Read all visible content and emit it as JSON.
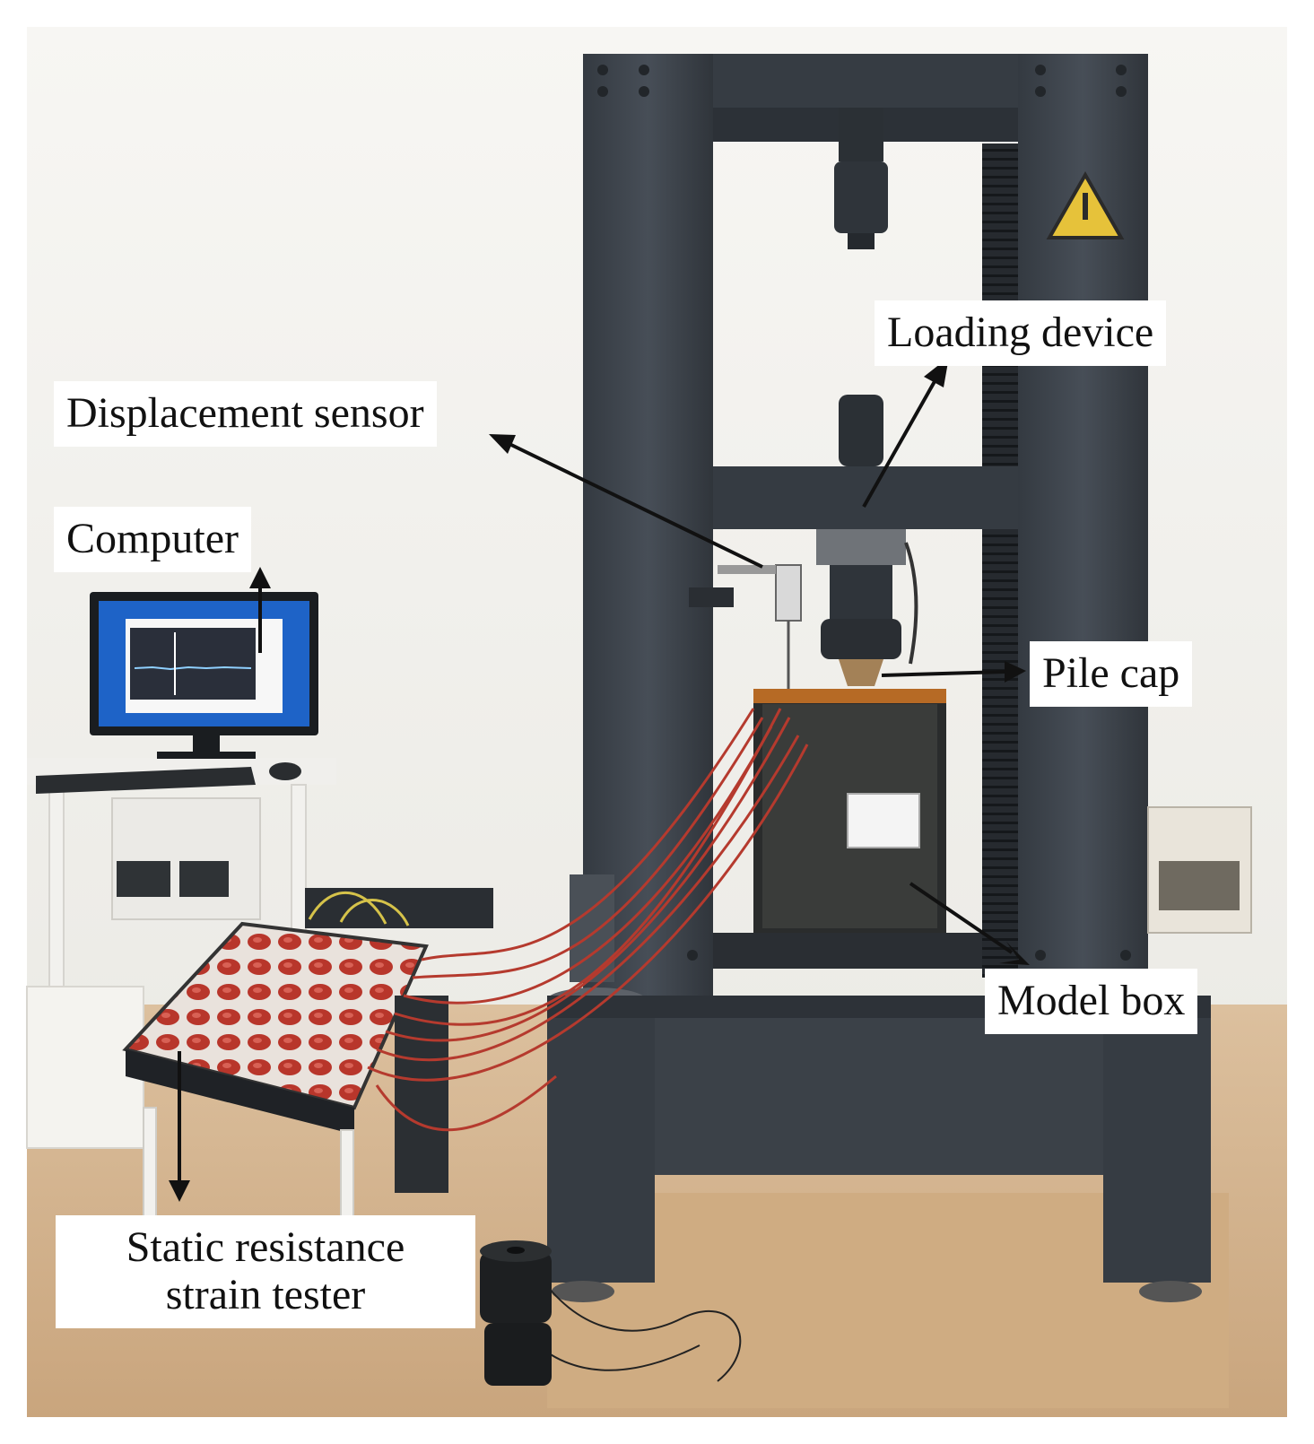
{
  "labels": {
    "loading_device": "Loading device",
    "displacement_sensor": "Displacement sensor",
    "computer": "Computer",
    "pile_cap": "Pile cap",
    "model_box": "Model box",
    "static_resistance_line1": "Static resistance",
    "static_resistance_line2": "strain tester"
  },
  "colors": {
    "frame": "#3c424a",
    "frame_dark": "#2d3238",
    "wall": "#f3f2ef",
    "floor": "#d8b894",
    "red_wires": "#b53a2e",
    "label_bg": "#ffffff",
    "arrow": "#111111"
  }
}
